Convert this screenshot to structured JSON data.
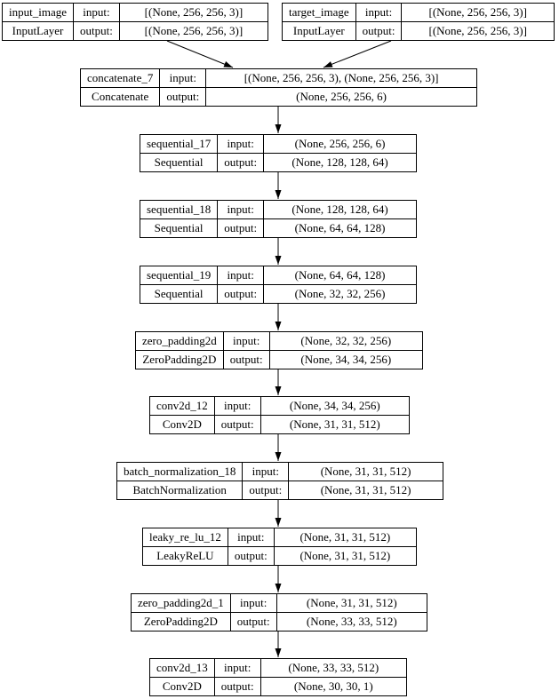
{
  "diagram": {
    "kind": "keras-model-architecture",
    "labels": {
      "input": "input:",
      "output": "output:"
    },
    "colors": {
      "background": "#ffffff",
      "border": "#000000",
      "text": "#000000"
    },
    "nodes": [
      {
        "name": "input_image",
        "type": "InputLayer",
        "input": "[(None, 256, 256, 3)]",
        "output": "[(None, 256, 256, 3)]"
      },
      {
        "name": "target_image",
        "type": "InputLayer",
        "input": "[(None, 256, 256, 3)]",
        "output": "[(None, 256, 256, 3)]"
      },
      {
        "name": "concatenate_7",
        "type": "Concatenate",
        "input": "[(None, 256, 256, 3), (None, 256, 256, 3)]",
        "output": "(None, 256, 256, 6)"
      },
      {
        "name": "sequential_17",
        "type": "Sequential",
        "input": "(None, 256, 256, 6)",
        "output": "(None, 128, 128, 64)"
      },
      {
        "name": "sequential_18",
        "type": "Sequential",
        "input": "(None, 128, 128, 64)",
        "output": "(None, 64, 64, 128)"
      },
      {
        "name": "sequential_19",
        "type": "Sequential",
        "input": "(None, 64, 64, 128)",
        "output": "(None, 32, 32, 256)"
      },
      {
        "name": "zero_padding2d",
        "type": "ZeroPadding2D",
        "input": "(None, 32, 32, 256)",
        "output": "(None, 34, 34, 256)"
      },
      {
        "name": "conv2d_12",
        "type": "Conv2D",
        "input": "(None, 34, 34, 256)",
        "output": "(None, 31, 31, 512)"
      },
      {
        "name": "batch_normalization_18",
        "type": "BatchNormalization",
        "input": "(None, 31, 31, 512)",
        "output": "(None, 31, 31, 512)"
      },
      {
        "name": "leaky_re_lu_12",
        "type": "LeakyReLU",
        "input": "(None, 31, 31, 512)",
        "output": "(None, 31, 31, 512)"
      },
      {
        "name": "zero_padding2d_1",
        "type": "ZeroPadding2D",
        "input": "(None, 31, 31, 512)",
        "output": "(None, 33, 33, 512)"
      },
      {
        "name": "conv2d_13",
        "type": "Conv2D",
        "input": "(None, 33, 33, 512)",
        "output": "(None, 30, 30, 1)"
      }
    ]
  }
}
